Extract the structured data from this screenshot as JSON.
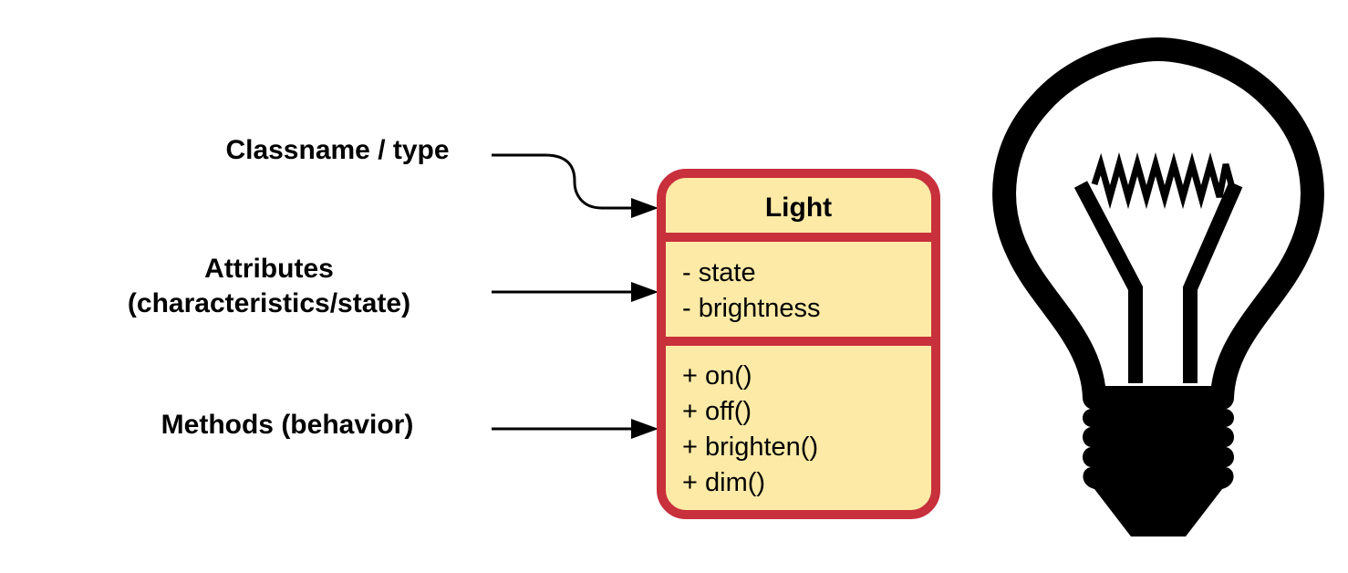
{
  "labels": {
    "classname": "Classname / type",
    "attributes_line1": "Attributes",
    "attributes_line2": "(characteristics/state)",
    "methods": "Methods (behavior)"
  },
  "class_box": {
    "name": "Light",
    "attributes": [
      "- state",
      "- brightness"
    ],
    "methods": [
      "+ on()",
      "+ off()",
      "+ brighten()",
      "+ dim()"
    ]
  },
  "colors": {
    "box_border": "#c8303c",
    "box_fill": "#fdeaa6",
    "text": "#000000"
  },
  "icons": {
    "illustration": "light-bulb-icon"
  }
}
